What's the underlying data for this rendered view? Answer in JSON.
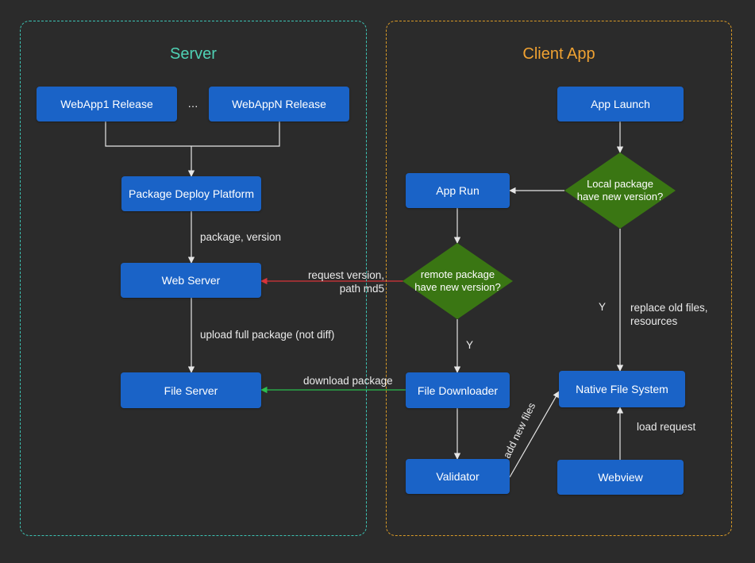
{
  "colors": {
    "background": "#2b2b2b",
    "server_border": "#3cc3b4",
    "server_title": "#4fd1b4",
    "client_border": "#d99a26",
    "client_title": "#f0a232",
    "process_fill": "#1a63c7",
    "decision_fill": "#3a7613",
    "arrow_default": "#e6e6e6",
    "arrow_request": "#d8343a",
    "arrow_download": "#2bbd4e"
  },
  "containers": {
    "server": {
      "title": "Server"
    },
    "client": {
      "title": "Client App"
    }
  },
  "nodes": {
    "webapp1_release": "WebApp1 Release",
    "ellipsis": "…",
    "webappn_release": "WebAppN Release",
    "package_deploy_platform": "Package Deploy Platform",
    "web_server": "Web Server",
    "file_server": "File Server",
    "app_launch": "App Launch",
    "local_package_check": "Local package\nhave new version?",
    "app_run": "App Run",
    "remote_package_check": "remote package\nhave new version?",
    "file_downloader": "File Downloader",
    "validator": "Validator",
    "native_file_system": "Native File System",
    "webview": "Webview"
  },
  "edge_labels": {
    "package_version": "package, version",
    "upload_full_package": "upload full package (not diff)",
    "request_version": "request version,\npath md5",
    "download_package": "download package",
    "remote_yes": "Y",
    "local_yes": "Y",
    "replace_old_files": "replace old files,\nresources",
    "add_new_files": "add new files",
    "load_request": "load request"
  }
}
